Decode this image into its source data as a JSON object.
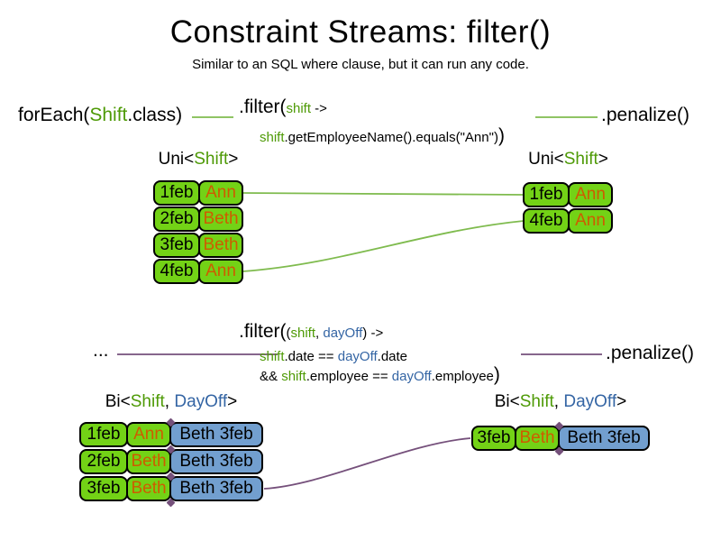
{
  "slide": {
    "title": "Constraint Streams: filter()",
    "subtitle": "Similar to an SQL where clause, but it can run any code."
  },
  "colors": {
    "code_green": "#4e9a06",
    "code_blue": "#3465a4",
    "cell_green": "#73d216",
    "cell_blue": "#729fcf",
    "name_orange": "#ce5c00",
    "connector_green": "#7fbb4e",
    "connector_plum": "#75507b"
  },
  "code_top": {
    "foreach_prefix": "forEach(",
    "foreach_type": "Shift",
    "foreach_suffix": ".class)",
    "filter_fn": ".filter(",
    "filter_arg": "shift",
    "filter_arrow": " ->",
    "body_var": "shift",
    "body_rest": ".getEmployeeName().equals(\"Ann\")",
    "body_close": ")",
    "penalize": ".penalize()"
  },
  "code_mid": {
    "ellipsis": "...",
    "filter_fn": ".filter(",
    "paren_open": "(",
    "arg1": "shift",
    "comma": ", ",
    "arg2": "dayOff",
    "paren_arrow": ") ->",
    "line2_var1": "shift",
    "line2_op": ".date == ",
    "line2_var2": "dayOff",
    "line2_end": ".date",
    "line3_and": "&& ",
    "line3_var1": "shift",
    "line3_op": ".employee == ",
    "line3_var2": "dayOff",
    "line3_end": ".employee",
    "line3_close": ")",
    "penalize": ".penalize()"
  },
  "uni_left": {
    "label_prefix": "Uni<",
    "label_type": "Shift",
    "label_suffix": ">",
    "rows": [
      {
        "date": "1feb",
        "name": "Ann"
      },
      {
        "date": "2feb",
        "name": "Beth"
      },
      {
        "date": "3feb",
        "name": "Beth"
      },
      {
        "date": "4feb",
        "name": "Ann"
      }
    ]
  },
  "uni_right": {
    "label_prefix": "Uni<",
    "label_type": "Shift",
    "label_suffix": ">",
    "rows": [
      {
        "date": "1feb",
        "name": "Ann"
      },
      {
        "date": "4feb",
        "name": "Ann"
      }
    ]
  },
  "bi_left": {
    "label_prefix": "Bi<",
    "label_type1": "Shift",
    "label_sep": ", ",
    "label_type2": "DayOff",
    "label_suffix": ">",
    "rows": [
      {
        "date": "1feb",
        "name": "Ann",
        "dayoff": "Beth 3feb"
      },
      {
        "date": "2feb",
        "name": "Beth",
        "dayoff": "Beth 3feb"
      },
      {
        "date": "3feb",
        "name": "Beth",
        "dayoff": "Beth 3feb"
      }
    ]
  },
  "bi_right": {
    "label_prefix": "Bi<",
    "label_type1": "Shift",
    "label_sep": ", ",
    "label_type2": "DayOff",
    "label_suffix": ">",
    "rows": [
      {
        "date": "3feb",
        "name": "Beth",
        "dayoff": "Beth 3feb"
      }
    ]
  }
}
